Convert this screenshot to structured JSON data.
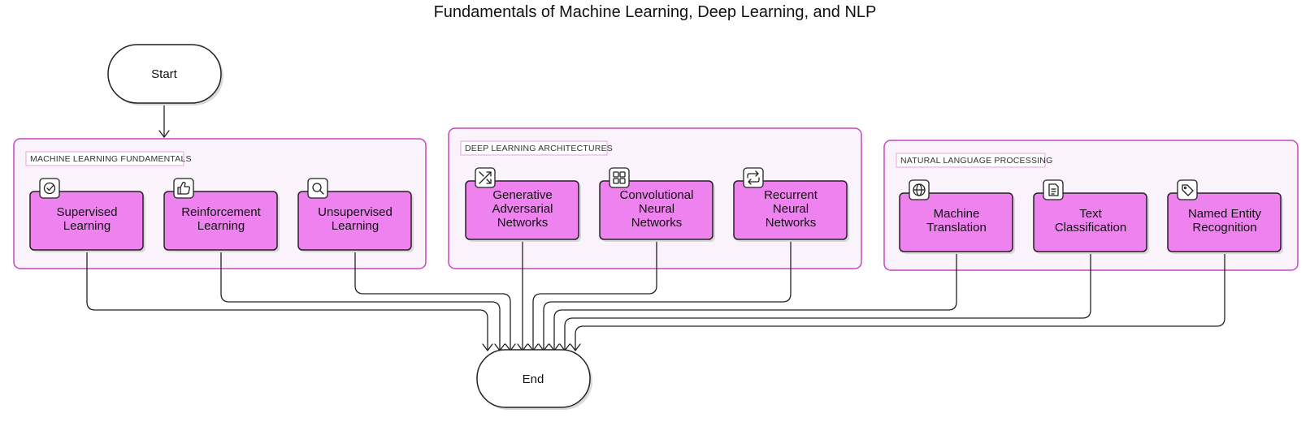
{
  "title": "Fundamentals of Machine Learning, Deep Learning, and NLP",
  "start_label": "Start",
  "end_label": "End",
  "groups": [
    {
      "label": "MACHINE LEARNING FUNDAMENTALS",
      "nodes": [
        {
          "lines": [
            "Supervised",
            "Learning"
          ],
          "icon": "check-circle-icon"
        },
        {
          "lines": [
            "Reinforcement",
            "Learning"
          ],
          "icon": "thumbs-up-icon"
        },
        {
          "lines": [
            "Unsupervised",
            "Learning"
          ],
          "icon": "search-icon"
        }
      ]
    },
    {
      "label": "DEEP LEARNING ARCHITECTURES",
      "nodes": [
        {
          "lines": [
            "Generative",
            "Adversarial",
            "Networks"
          ],
          "icon": "shuffle-icon"
        },
        {
          "lines": [
            "Convolutional",
            "Neural",
            "Networks"
          ],
          "icon": "grid-icon"
        },
        {
          "lines": [
            "Recurrent",
            "Neural",
            "Networks"
          ],
          "icon": "repeat-icon"
        }
      ]
    },
    {
      "label": "NATURAL LANGUAGE PROCESSING",
      "nodes": [
        {
          "lines": [
            "Machine",
            "Translation"
          ],
          "icon": "globe-icon"
        },
        {
          "lines": [
            "Text",
            "Classification"
          ],
          "icon": "document-icon"
        },
        {
          "lines": [
            "Named Entity",
            "Recognition"
          ],
          "icon": "tag-icon"
        }
      ]
    }
  ],
  "colors": {
    "node_fill": "#ee82ee",
    "group_fill": "#fbf3fb",
    "group_border": "#c548c2",
    "stroke": "#222222"
  }
}
